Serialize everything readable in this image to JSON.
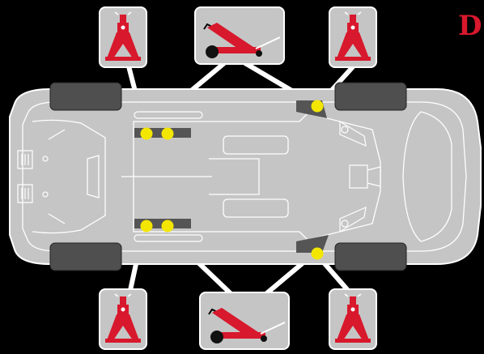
{
  "brand": {
    "letter": "D",
    "color": "#d8182c"
  },
  "colors": {
    "background": "#000000",
    "body": "#c5c5c5",
    "outline": "#ffffff",
    "tire": "#4f4f4f",
    "jack_accent": "#d8182c",
    "lift_point": "#f3e600",
    "icon_panel": "#c5c5c5",
    "connector": "#ffffff"
  },
  "icons": [
    {
      "id": "top-left",
      "kind": "axle-stand-icon"
    },
    {
      "id": "top-center",
      "kind": "floor-jack-icon"
    },
    {
      "id": "top-right",
      "kind": "axle-stand-icon"
    },
    {
      "id": "bottom-left",
      "kind": "axle-stand-icon"
    },
    {
      "id": "bottom-center",
      "kind": "floor-jack-icon"
    },
    {
      "id": "bottom-right",
      "kind": "axle-stand-icon"
    }
  ],
  "lift_points": [
    {
      "id": "front-left-1"
    },
    {
      "id": "front-left-2"
    },
    {
      "id": "front-right-1"
    },
    {
      "id": "front-right-2"
    },
    {
      "id": "rear-left"
    },
    {
      "id": "rear-right"
    }
  ]
}
